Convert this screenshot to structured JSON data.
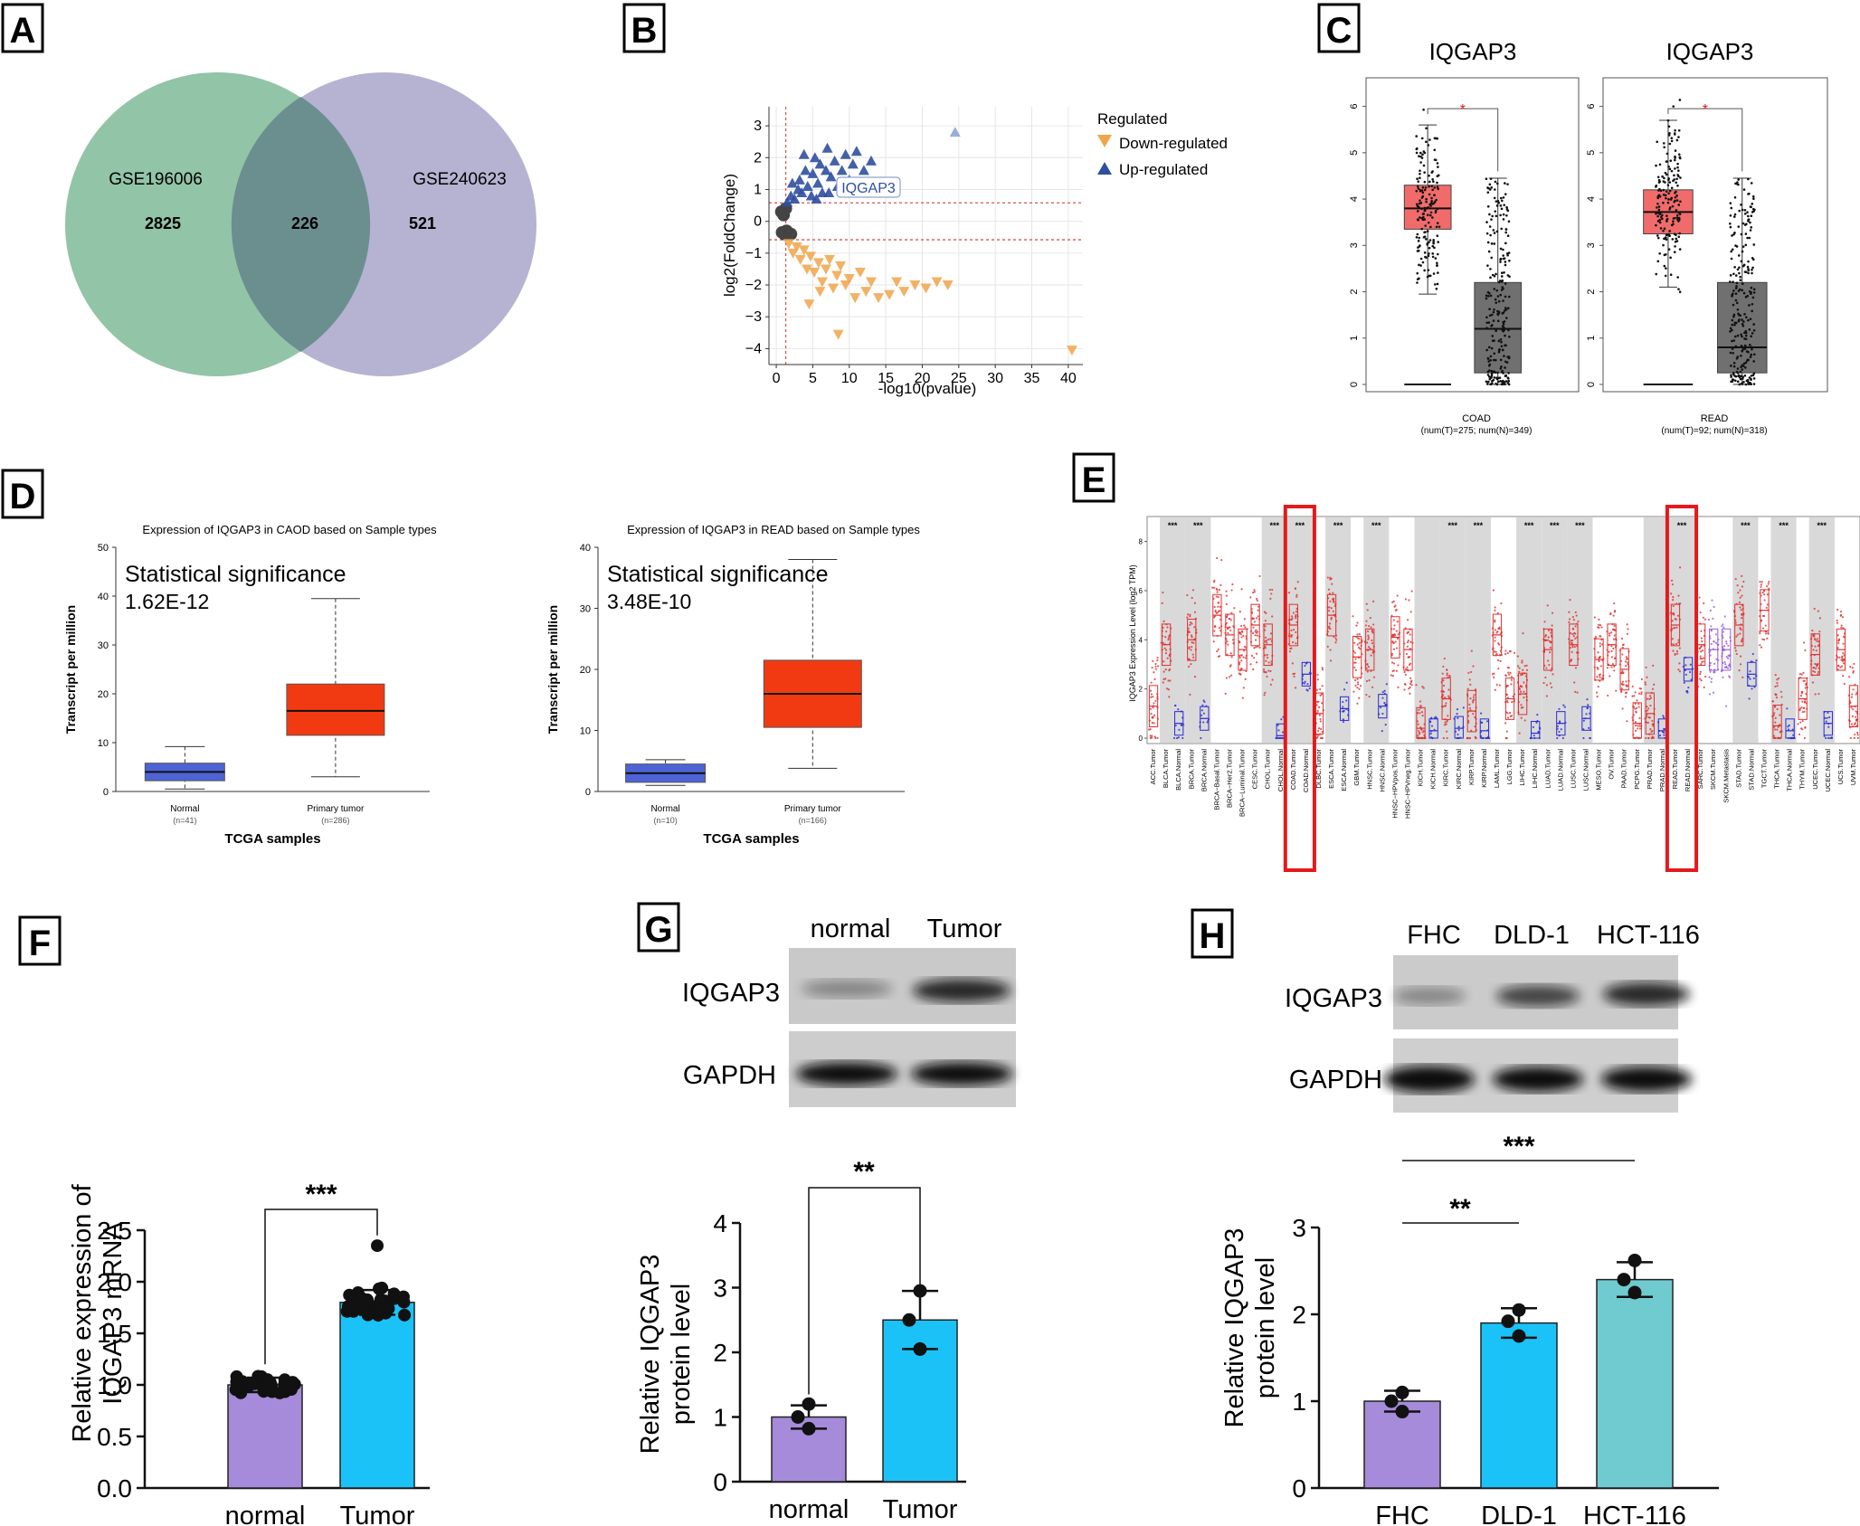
{
  "panels": {
    "a": "A",
    "b": "B",
    "c": "C",
    "d": "D",
    "e": "E",
    "f": "F",
    "g": "G",
    "h": "H"
  },
  "colors": {
    "venn_left": "#7fba98",
    "venn_right": "#a8a6c9",
    "venn_overlap": "#6b8f8f",
    "down": "#f0a54a",
    "up": "#2f4fa0",
    "box_tumor": "#f26b6b",
    "box_normal": "#707070",
    "gepia_normal": "#4d63d6",
    "gepia_tumor": "#f23a12",
    "bar_purple": "#a58bd9",
    "bar_cyan": "#1bc2f7",
    "bar_teal": "#6fcbcf",
    "highlight": "#e31a1c"
  },
  "chart_data": [
    {
      "id": "A",
      "type": "venn",
      "sets": [
        {
          "name": "GSE196006",
          "only": 2825
        },
        {
          "name": "GSE240623",
          "only": 521
        }
      ],
      "overlap": 226
    },
    {
      "id": "B",
      "type": "scatter",
      "xlabel": "-log10(pvalue)",
      "ylabel": "log2(FoldChange)",
      "xlim": [
        -1,
        42
      ],
      "ylim": [
        -4.5,
        3.6
      ],
      "xticks": [
        0,
        5,
        10,
        15,
        20,
        25,
        30,
        35,
        40
      ],
      "yticks": [
        3,
        2,
        1,
        0,
        -1,
        -2,
        -3,
        -4
      ],
      "legend_title": "Regulated",
      "legend": [
        "Down-regulated",
        "Up-regulated"
      ],
      "annotation": "IQGAP3",
      "thresholds": {
        "x": 1.3,
        "y": [
          0.58,
          -0.58
        ]
      },
      "up_points": [
        [
          1.5,
          0.6
        ],
        [
          2,
          0.8
        ],
        [
          2.5,
          0.7
        ],
        [
          3,
          1.0
        ],
        [
          3.2,
          1.3
        ],
        [
          3.5,
          0.9
        ],
        [
          4,
          1.6
        ],
        [
          4.3,
          1.1
        ],
        [
          4.8,
          0.8
        ],
        [
          5,
          1.5
        ],
        [
          5.3,
          2.0
        ],
        [
          5.7,
          1.2
        ],
        [
          6,
          1.8
        ],
        [
          6.3,
          0.9
        ],
        [
          6.8,
          1.6
        ],
        [
          7,
          2.3
        ],
        [
          7.5,
          1.4
        ],
        [
          8,
          1.9
        ],
        [
          8.4,
          1.1
        ],
        [
          9,
          1.6
        ],
        [
          9.5,
          2.1
        ],
        [
          10,
          1.3
        ],
        [
          10.5,
          1.8
        ],
        [
          11,
          2.2
        ],
        [
          12,
          1.6
        ],
        [
          13,
          1.9
        ],
        [
          2.2,
          1.2
        ],
        [
          3.8,
          2.1
        ],
        [
          5.5,
          0.7
        ],
        [
          7.2,
          0.9
        ],
        [
          24.5,
          2.8
        ]
      ],
      "down_points": [
        [
          1.7,
          -0.7
        ],
        [
          2.3,
          -1.0
        ],
        [
          2.8,
          -0.8
        ],
        [
          3.3,
          -1.2
        ],
        [
          3.8,
          -0.9
        ],
        [
          4.2,
          -1.5
        ],
        [
          4.7,
          -1.1
        ],
        [
          5.2,
          -1.6
        ],
        [
          5.8,
          -1.3
        ],
        [
          6.3,
          -1.9
        ],
        [
          6.8,
          -1.5
        ],
        [
          7.3,
          -1.2
        ],
        [
          7.8,
          -2.1
        ],
        [
          8.3,
          -1.7
        ],
        [
          8.8,
          -1.4
        ],
        [
          9.5,
          -2.0
        ],
        [
          10,
          -1.8
        ],
        [
          10.8,
          -2.4
        ],
        [
          11.5,
          -1.6
        ],
        [
          12.3,
          -2.2
        ],
        [
          13,
          -1.9
        ],
        [
          14,
          -2.4
        ],
        [
          15.5,
          -2.3
        ],
        [
          16.5,
          -1.9
        ],
        [
          17.5,
          -2.2
        ],
        [
          19,
          -2.0
        ],
        [
          20.5,
          -2.1
        ],
        [
          22,
          -1.9
        ],
        [
          23.5,
          -2.0
        ],
        [
          8.5,
          -3.55
        ],
        [
          40.5,
          -4.05
        ],
        [
          4.5,
          -2.6
        ],
        [
          6,
          -2.2
        ]
      ],
      "ns_points": [
        [
          0.7,
          0.3
        ],
        [
          1.0,
          0.2
        ],
        [
          1.3,
          0.4
        ],
        [
          0.8,
          -0.35
        ],
        [
          1.1,
          -0.4
        ],
        [
          1.4,
          -0.3
        ],
        [
          2.0,
          -0.4
        ]
      ]
    },
    {
      "id": "C",
      "type": "box",
      "gene": "IQGAP3",
      "plots": [
        {
          "title": "IQGAP3",
          "cancer": "COAD",
          "num": "(num(T)=275; num(N)=349)",
          "ylim": [
            0,
            6.5
          ],
          "yticks": [
            0,
            1,
            2,
            3,
            4,
            5,
            6
          ],
          "tumor": {
            "q1": 3.35,
            "median": 3.8,
            "q3": 4.3,
            "wlo": 1.95,
            "whi": 5.6
          },
          "normal": {
            "q1": 0.25,
            "median": 1.2,
            "q3": 2.2,
            "wlo": 0,
            "whi": 4.45
          },
          "flat_median": 0.0,
          "sig": "*"
        },
        {
          "title": "IQGAP3",
          "cancer": "READ",
          "num": "(num(T)=92; num(N)=318)",
          "ylim": [
            0,
            6.5
          ],
          "yticks": [
            0,
            1,
            2,
            3,
            4,
            5,
            6
          ],
          "tumor": {
            "q1": 3.25,
            "median": 3.72,
            "q3": 4.2,
            "wlo": 2.1,
            "whi": 5.7
          },
          "normal": {
            "q1": 0.25,
            "median": 0.8,
            "q3": 2.2,
            "wlo": 0,
            "whi": 4.45
          },
          "flat_median": 0.0,
          "sig": "*"
        }
      ]
    },
    {
      "id": "D",
      "type": "box",
      "plots": [
        {
          "title": "Expression of IQGAP3 in CAOD based on Sample types",
          "sig_label": "Statistical significance",
          "pvalue": "1.62E-12",
          "ylabel": "Transcript per million",
          "xlabel": "TCGA samples",
          "ylim": [
            0,
            50
          ],
          "yticks": [
            0,
            10,
            20,
            30,
            40,
            50
          ],
          "groups": [
            {
              "name": "Normal",
              "n": "(n=41)",
              "q1": 2.2,
              "median": 4.0,
              "q3": 5.8,
              "wlo": 0.5,
              "whi": 9.2
            },
            {
              "name": "Primary tumor",
              "n": "(n=286)",
              "q1": 11.5,
              "median": 16.5,
              "q3": 22.0,
              "wlo": 3.0,
              "whi": 39.5
            }
          ]
        },
        {
          "title": "Expression of IQGAP3 in READ based on Sample types",
          "sig_label": "Statistical significance",
          "pvalue": "3.48E-10",
          "ylabel": "Transcript per million",
          "xlabel": "TCGA samples",
          "ylim": [
            0,
            40
          ],
          "yticks": [
            0,
            10,
            20,
            30,
            40
          ],
          "groups": [
            {
              "name": "Normal",
              "n": "(n=10)",
              "q1": 1.5,
              "median": 3.0,
              "q3": 4.5,
              "wlo": 1.0,
              "whi": 5.2
            },
            {
              "name": "Primary tumor",
              "n": "(n=166)",
              "q1": 10.5,
              "median": 16.0,
              "q3": 21.5,
              "wlo": 3.8,
              "whi": 38.0
            }
          ]
        }
      ]
    },
    {
      "id": "E",
      "type": "box",
      "ylabel": "IQGAP3 Expression Level (log2 TPM)",
      "yticks": [
        0,
        2,
        4,
        6,
        8
      ],
      "categories": [
        "ACC.Tumor",
        "BLCA.Tumor",
        "BLCA.Normal",
        "BRCA.Tumor",
        "BRCA.Normal",
        "BRCA−Basal.Tumor",
        "BRCA−Her2.Tumor",
        "BRCA−Luminal.Tumor",
        "CESC.Tumor",
        "CHOL.Tumor",
        "CHOL.Normal",
        "COAD.Tumor",
        "COAD.Normal",
        "DLBC.Tumor",
        "ESCA.Tumor",
        "ESCA.Normal",
        "GBM.Tumor",
        "HNSC.Tumor",
        "HNSC.Normal",
        "HNSC−HPVpos.Tumor",
        "HNSC−HPVneg.Tumor",
        "KICH.Tumor",
        "KICH.Normal",
        "KIRC.Tumor",
        "KIRC.Normal",
        "KIRP.Tumor",
        "KIRP.Normal",
        "LAML.Tumor",
        "LGG.Tumor",
        "LIHC.Tumor",
        "LIHC.Normal",
        "LUAD.Tumor",
        "LUAD.Normal",
        "LUSC.Tumor",
        "LUSC.Normal",
        "MESO.Tumor",
        "OV.Tumor",
        "PAAD.Tumor",
        "PCPG.Tumor",
        "PRAD.Tumor",
        "PRAD.Normal",
        "READ.Tumor",
        "READ.Normal",
        "SARC.Tumor",
        "SKCM.Tumor",
        "SKCM.Metastasis",
        "STAD.Tumor",
        "STAD.Normal",
        "TGCT.Tumor",
        "THCA.Tumor",
        "THCA.Normal",
        "THYM.Tumor",
        "UCEC.Tumor",
        "UCEC.Normal",
        "UCS.Tumor",
        "UVM.Tumor"
      ],
      "medians": [
        1.3,
        3.8,
        0.6,
        4.0,
        0.8,
        5.0,
        4.2,
        3.6,
        4.6,
        3.8,
        0.1,
        4.6,
        2.6,
        1.0,
        5.0,
        1.2,
        3.3,
        3.6,
        1.3,
        4.1,
        3.6,
        0.4,
        0.3,
        1.6,
        0.4,
        1.1,
        0.3,
        4.2,
        1.6,
        1.8,
        0.2,
        3.6,
        0.6,
        3.8,
        0.8,
        3.2,
        3.8,
        2.8,
        0.6,
        1.0,
        0.3,
        4.6,
        2.8,
        3.8,
        3.6,
        3.6,
        4.6,
        2.6,
        5.2,
        0.5,
        0.3,
        1.6,
        3.4,
        0.6,
        3.6,
        1.3
      ],
      "significance": "***",
      "sig_groups": [
        "BLCA",
        "BRCA",
        "CHOL",
        "COAD",
        "ESCA",
        "HNSC",
        "HNSC−HPV",
        "KIRC",
        "KIRP",
        "LIHC",
        "LUAD",
        "LUSC",
        "PRAD",
        "READ",
        "STAD",
        "THCA",
        "UCEC"
      ],
      "highlighted": [
        "COAD",
        "READ"
      ]
    },
    {
      "id": "F",
      "type": "bar",
      "ylabel_lines": [
        "Relative expression of",
        "IQGAP3 mRNA"
      ],
      "ylim": [
        0,
        2.5
      ],
      "yticks": [
        "0.0",
        "0.5",
        "1.0",
        "1.5",
        "2.0",
        "2.5"
      ],
      "categories": [
        "normal",
        "Tumor"
      ],
      "values": [
        1.0,
        1.8
      ],
      "sd": [
        0.07,
        0.12
      ],
      "significance": "***"
    },
    {
      "id": "G",
      "type": "bar",
      "blot_columns": [
        "normal",
        "Tumor"
      ],
      "blot_rows": [
        "IQGAP3",
        "GAPDH"
      ],
      "ylabel_lines": [
        "Relative IQGAP3",
        "protein level"
      ],
      "ylim": [
        0,
        4
      ],
      "yticks": [
        "0",
        "1",
        "2",
        "3",
        "4"
      ],
      "categories": [
        "normal",
        "Tumor"
      ],
      "values": [
        1.0,
        2.5
      ],
      "sd": [
        0.18,
        0.45
      ],
      "points": [
        [
          1.2,
          1.0,
          0.82
        ],
        [
          2.95,
          2.5,
          2.05
        ]
      ],
      "significance": "**"
    },
    {
      "id": "H",
      "type": "bar",
      "blot_columns": [
        "FHC",
        "DLD-1",
        "HCT-116"
      ],
      "blot_rows": [
        "IQGAP3",
        "GAPDH"
      ],
      "ylabel_lines": [
        "Relative IQGAP3",
        "protein level"
      ],
      "ylim": [
        0,
        3
      ],
      "yticks": [
        "0",
        "1",
        "2",
        "3"
      ],
      "categories": [
        "FHC",
        "DLD-1",
        "HCT-116"
      ],
      "values": [
        1.0,
        1.9,
        2.4
      ],
      "sd": [
        0.12,
        0.17,
        0.2
      ],
      "points": [
        [
          1.1,
          1.0,
          0.88
        ],
        [
          2.05,
          1.92,
          1.75
        ],
        [
          2.62,
          2.4,
          2.25
        ]
      ],
      "significance": [
        "**",
        "***"
      ]
    }
  ]
}
